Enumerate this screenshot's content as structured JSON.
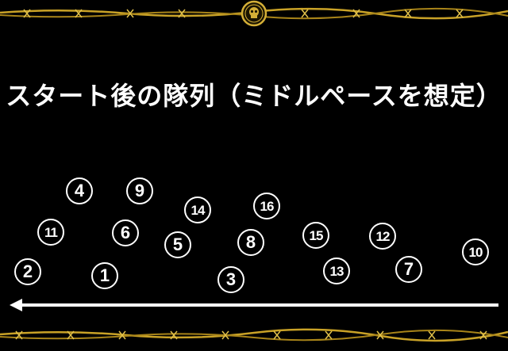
{
  "title": "スタート後の隊列（ミドルペースを想定）",
  "colors": {
    "background": "#000000",
    "text": "#ffffff",
    "wire": "#c9a227",
    "emblem": "#d4af37"
  },
  "emblem_icon": "skull-emblem-icon",
  "direction_icon": "left-arrow-icon",
  "horses": [
    {
      "num": "4"
    },
    {
      "num": "9"
    },
    {
      "num": "14"
    },
    {
      "num": "16"
    },
    {
      "num": "11"
    },
    {
      "num": "6"
    },
    {
      "num": "5"
    },
    {
      "num": "8"
    },
    {
      "num": "15"
    },
    {
      "num": "12"
    },
    {
      "num": "10"
    },
    {
      "num": "2"
    },
    {
      "num": "1"
    },
    {
      "num": "3"
    },
    {
      "num": "13"
    },
    {
      "num": "7"
    }
  ]
}
